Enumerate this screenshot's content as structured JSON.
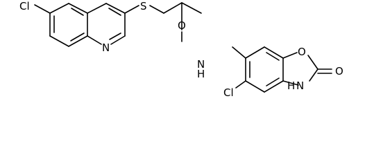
{
  "atoms": {
    "cl_quinoline": "Cl",
    "n_quinoline": "N",
    "s_thioether": "S",
    "o_carbonyl": "O",
    "n_amide": "N",
    "h_amide": "H",
    "cl_benzoxazolone": "Cl",
    "o_ring": "O",
    "o_keto": "O",
    "nh_ring_h": "H",
    "nh_ring_n": "N"
  },
  "colors": {
    "bond": "#000000",
    "atom_label": "#000000",
    "background": "#ffffff"
  }
}
